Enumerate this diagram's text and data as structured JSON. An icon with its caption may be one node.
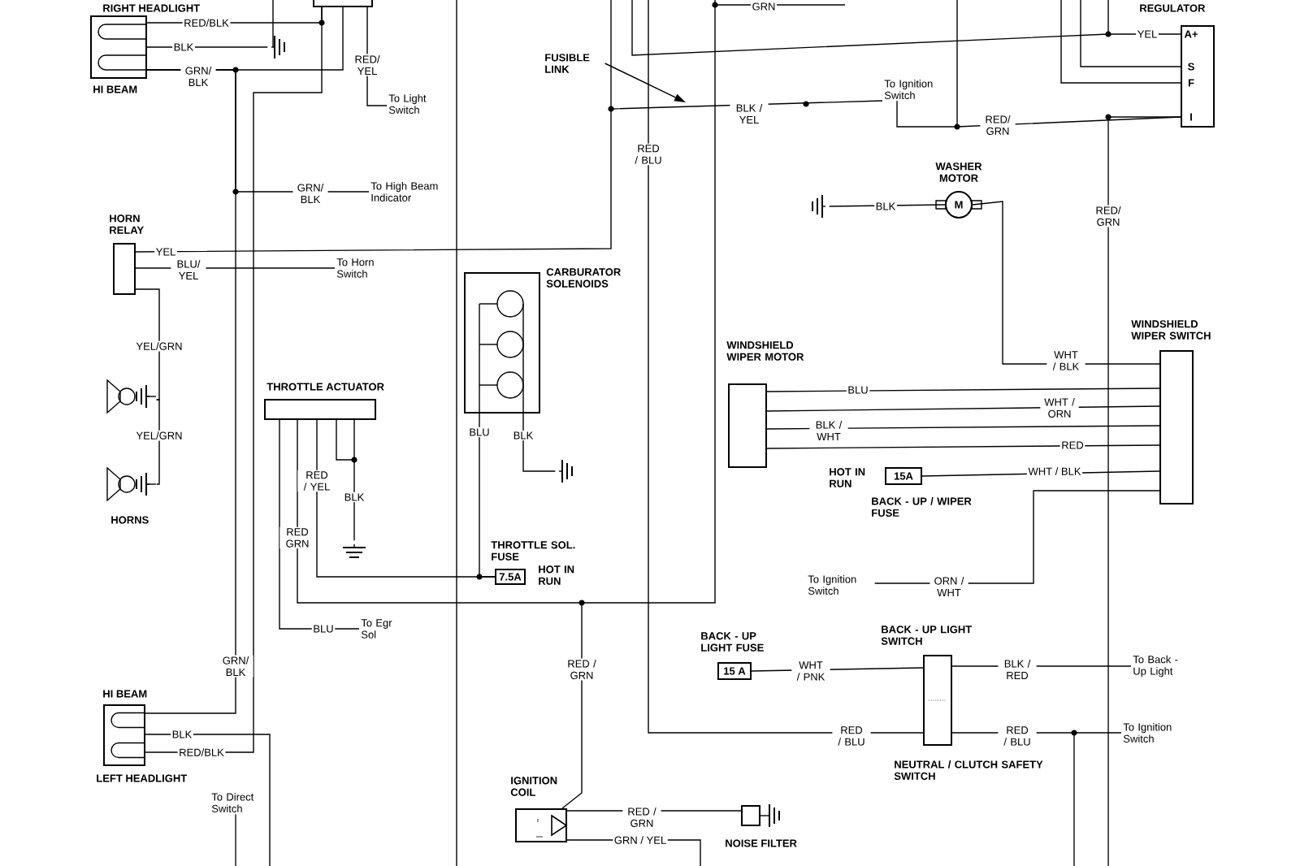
{
  "diagram": {
    "nodes": [
      {
        "text": [
          "RIGHT HEADLIGHT",
          "HI BEAM"
        ]
      },
      {
        "text": [],
        "shape": "box"
      },
      {
        "text": [
          "To Light Switch"
        ]
      },
      {
        "text": [
          "To High Beam Indicator"
        ]
      },
      {
        "text": [
          "HORN RELAY"
        ]
      },
      {
        "text": [
          "To Horn Switch"
        ]
      },
      {
        "text": [],
        "shape": "picture"
      },
      {
        "text": [
          "HORNS"
        ]
      },
      {
        "text": [
          "THROTTLE ACTUATOR"
        ]
      },
      {
        "text": [
          "CARBURATOR SOLENOIDS"
        ]
      },
      {
        "text": [
          "FUSIBLE LINK"
        ]
      },
      {
        "text": [
          "To Ignition Switch"
        ]
      },
      {
        "text": [
          "REGULATOR"
        ]
      },
      {
        "text": [
          "WASHER MOTOR",
          "M"
        ]
      },
      {
        "text": [
          "WINDSHIELD WIPER MOTOR"
        ]
      },
      {
        "text": [
          "WINDSHIELD WIPER SWITCH"
        ]
      },
      {
        "text": [
          "15A",
          "BACK - UP / WIPER FUSE"
        ],
        "beside": [
          "HOT IN RUN"
        ]
      },
      {
        "text": [
          "To Ignition Switch"
        ]
      },
      {
        "text": [
          "THROTTLE SOL. FUSE",
          "7.5A"
        ],
        "beside": [
          "HOT IN RUN"
        ]
      },
      {
        "text": [
          "To Egr Sol"
        ]
      },
      {
        "text": [
          "BACK - UP LIGHT FUSE",
          "15 A"
        ]
      },
      {
        "text": [
          "BACK - UP LIGHT SWITCH",
          "NEUTRAL / CLUTCH SAFETY SWITCH"
        ]
      },
      {
        "text": [
          "To Back - Up Light"
        ]
      },
      {
        "text": [
          "To Ignition Switch"
        ]
      },
      {
        "text": [
          "HI BEAM",
          "LEFT HEADLIGHT"
        ]
      },
      {
        "text": [
          "To Direct Switch"
        ]
      },
      {
        "text": [
          "IGNITION COIL"
        ]
      },
      {
        "text": [
          "NOISE FILTER"
        ]
      },
      {
        "text": [],
        "shape": "ground"
      },
      {
        "text": [],
        "shape": "ground"
      },
      {
        "text": [],
        "shape": "ground"
      },
      {
        "text": [],
        "shape": "ground"
      }
    ],
    "edges": [
      {
        "from": 0,
        "to": 1,
        "arrow": "none",
        "label": "RED/BLK"
      },
      {
        "from": 0,
        "to": 28,
        "arrow": "none",
        "label": "BLK"
      },
      {
        "from": 0,
        "to": 3,
        "arrow": "none",
        "label": "GRN/ BLK"
      },
      {
        "from": 24,
        "to": 0,
        "arrow": "none",
        "label": "GRN/ BLK"
      },
      {
        "from": 24,
        "to": 1,
        "arrow": "none",
        "label": "RED/BLK"
      },
      {
        "from": 24,
        "to": null,
        "arrow": "none",
        "label": "BLK"
      },
      {
        "from": 1,
        "to": 2,
        "arrow": "none",
        "label": "RED/ YEL"
      },
      {
        "from": 4,
        "to": 11,
        "arrow": "none",
        "label": "YEL"
      },
      {
        "from": 4,
        "to": 5,
        "arrow": "none",
        "label": "BLU/ YEL"
      },
      {
        "from": 4,
        "to": 6,
        "arrow": "none",
        "label": "YEL/GRN"
      },
      {
        "from": 6,
        "to": 7,
        "arrow": "none",
        "label": "YEL/GRN"
      },
      {
        "from": 10,
        "to": null,
        "arrow": "to"
      },
      {
        "from": 11,
        "to": 12,
        "arrow": "none",
        "label": "RED/ GRN"
      },
      {
        "from": 12,
        "to": null,
        "arrow": "none",
        "label": "RED/ GRN"
      },
      {
        "from": null,
        "to": 12,
        "arrow": "none",
        "label": "YEL"
      },
      {
        "from": null,
        "to": 12,
        "arrow": "none"
      },
      {
        "from": null,
        "to": 12,
        "arrow": "none"
      },
      {
        "from": 31,
        "to": 13,
        "arrow": "none",
        "label": "BLK"
      },
      {
        "from": 13,
        "to": 15,
        "arrow": "none",
        "label": "WHT / BLK"
      },
      {
        "from": 14,
        "to": 15,
        "arrow": "none",
        "label": "BLU"
      },
      {
        "from": 14,
        "to": 15,
        "arrow": "none",
        "label": "WHT / ORN"
      },
      {
        "from": 14,
        "to": 15,
        "arrow": "none",
        "label": "BLK / WHT"
      },
      {
        "from": 14,
        "to": 15,
        "arrow": "none",
        "label": "RED"
      },
      {
        "from": 16,
        "to": 15,
        "arrow": "none",
        "label": "WHT / BLK"
      },
      {
        "from": 17,
        "to": 15,
        "arrow": "none",
        "label": "ORN / WHT"
      },
      {
        "from": 8,
        "to": 18,
        "arrow": "none",
        "label": "RED / YEL"
      },
      {
        "from": 8,
        "to": 26,
        "arrow": "none",
        "label": "RED GRN"
      },
      {
        "from": 8,
        "to": 19,
        "arrow": "none",
        "label": "BLU"
      },
      {
        "from": 8,
        "to": 29,
        "arrow": "none",
        "label": "BLK"
      },
      {
        "from": 9,
        "to": 18,
        "arrow": "none",
        "label": "BLU"
      },
      {
        "from": 9,
        "to": 30,
        "arrow": "none",
        "label": "BLK"
      },
      {
        "from": 20,
        "to": 21,
        "arrow": "none",
        "label": "WHT / PNK"
      },
      {
        "from": 21,
        "to": 22,
        "arrow": "none",
        "label": "BLK / RED"
      },
      {
        "from": 21,
        "to": 23,
        "arrow": "none",
        "label": "RED / BLU"
      },
      {
        "from": null,
        "to": 21,
        "arrow": "none",
        "label": "RED / BLU"
      },
      {
        "from": 25,
        "to": null,
        "arrow": "none"
      },
      {
        "from": 26,
        "to": 27,
        "arrow": "none",
        "label": "RED / GRN"
      },
      {
        "from": 26,
        "to": null,
        "arrow": "none",
        "label": "GRN / YEL"
      },
      {
        "from": 0,
        "to": 1,
        "arrow": "none"
      }
    ],
    "labels": [
      "GRN",
      "BLK / YEL",
      "RED / BLU",
      "GRN/ BLK",
      "A+",
      "S",
      "F",
      "I",
      "RED / GRN"
    ]
  }
}
